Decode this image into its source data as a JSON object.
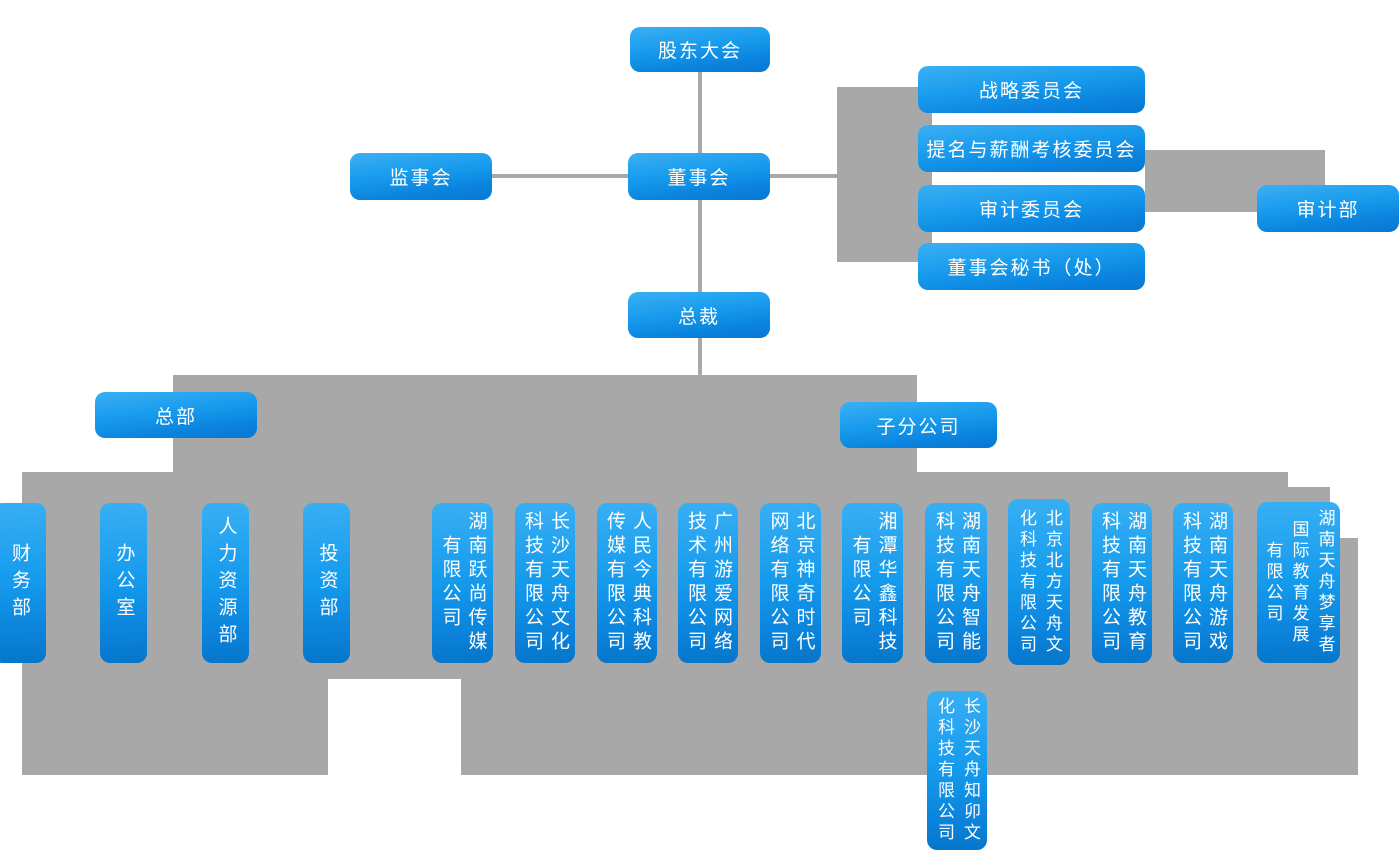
{
  "title": "公司组织架构图",
  "colors": {
    "node_gradient_top": "#38aff4",
    "node_gradient_bottom": "#0676c9",
    "connector_gray": "#a8a8a8",
    "node_text": "#ffffff",
    "background": "#ffffff"
  },
  "governance": {
    "shareholders": "股东大会",
    "supervisory_board": "监事会",
    "board": "董事会",
    "president": "总裁",
    "committees": [
      {
        "label": "战略委员会"
      },
      {
        "label": "提名与薪酬考核委员会"
      },
      {
        "label": "审计委员会"
      },
      {
        "label": "董事会秘书（处）"
      }
    ],
    "audit_department": "审计部"
  },
  "divisions": {
    "headquarters": "总部",
    "subsidiaries": "子分公司"
  },
  "departments": [
    {
      "label": "财务部"
    },
    {
      "label": "办公室"
    },
    {
      "label": "人力资源部"
    },
    {
      "label": "投资部"
    }
  ],
  "companies": [
    {
      "name": "湖南跃尚传媒有限公司",
      "display": "湖南跃尚传媒\n有限公司"
    },
    {
      "name": "长沙天舟文化科技有限公司",
      "display": "长沙天舟文化\n科技有限公司"
    },
    {
      "name": "人民今典科教传媒有限公司",
      "display": "人民今典科教\n传媒有限公司"
    },
    {
      "name": "广州游爱网络技术有限公司",
      "display": "广州游爱网络\n技术有限公司"
    },
    {
      "name": "北京神奇时代网络有限公司",
      "display": "北京神奇时代\n网络有限公司"
    },
    {
      "name": "湘潭华鑫科技有限公司",
      "display": "湘潭华鑫科技\n有限公司"
    },
    {
      "name": "湖南天舟智能科技有限公司",
      "display": "湖南天舟智能\n科技有限公司"
    },
    {
      "name": "北京北方天舟文化科技有限公司",
      "display": "北京北方天舟文\n化科技有限公司"
    },
    {
      "name": "湖南天舟教育科技有限公司",
      "display": "湖南天舟教育\n科技有限公司"
    },
    {
      "name": "湖南天舟游戏科技有限公司",
      "display": "湖南天舟游戏\n科技有限公司"
    },
    {
      "name": "湖南天舟梦享者国际教育发展有限公司",
      "display": "湖南天舟梦享者\n国际教育发展\n有限公司"
    },
    {
      "name": "长沙天舟知卯文化科技有限公司",
      "display": "长沙天舟知卯文\n化科技有限公司"
    }
  ]
}
